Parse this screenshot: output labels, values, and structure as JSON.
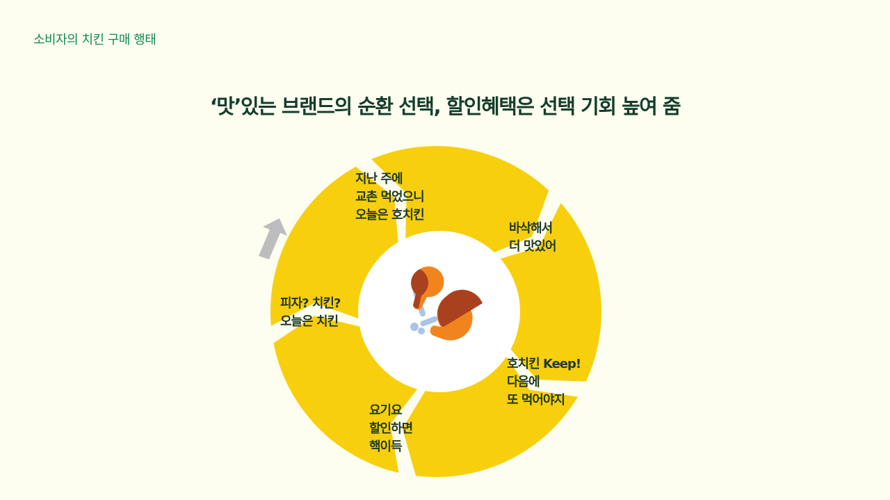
{
  "header": {
    "section_label": "소비자의 치킨 구매 행태",
    "title": "‘맛’있는 브랜드의 순환 선택, 할인혜택은 선택 기회 높여 줌"
  },
  "cycle": {
    "segments": [
      {
        "lines": [
          "지난 주에",
          "교촌 먹었으니",
          "오늘은 호치킨"
        ]
      },
      {
        "lines": [
          "바삭해서",
          "더 맛있어"
        ]
      },
      {
        "lines": [
          "호치킨 Keep!",
          "다음에",
          "또 먹어야지"
        ]
      },
      {
        "lines": [
          "요기요",
          "할인하면",
          "핵이득"
        ]
      },
      {
        "lines": [
          "피자? 치킨?",
          "오늘은 치킨"
        ]
      }
    ],
    "colors": {
      "ring": "#F8CF0D",
      "center": "#FFFFFF",
      "arrow": "#BDBDBD",
      "drumstick_dark": "#A9411F",
      "drumstick_light": "#F2841E",
      "bone": "#A9C4E6"
    },
    "center_icon": "chicken-drumstick-icon"
  }
}
